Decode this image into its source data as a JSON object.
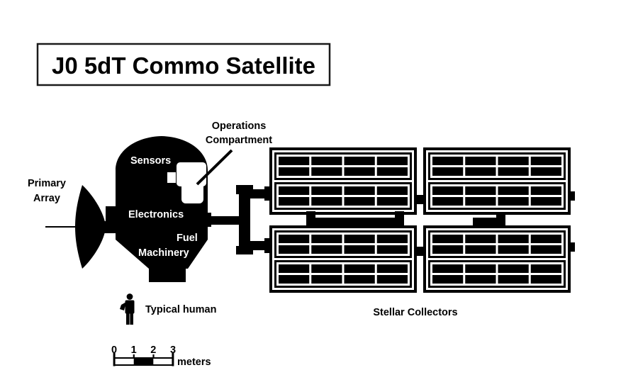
{
  "title": "J0 5dT Commo Satellite",
  "satellite": {
    "primary_array": [
      "Primary",
      "Array"
    ],
    "operations_compartment": [
      "Operations",
      "Compartment"
    ],
    "body_sections": {
      "sensors": "Sensors",
      "electronics": "Electronics",
      "fuel": "Fuel",
      "machinery": "Machinery"
    },
    "collectors_label": "Stellar Collectors"
  },
  "legend": {
    "human_label": "Typical human"
  },
  "scale_bar": {
    "ticks": [
      "0",
      "1",
      "2",
      "3"
    ],
    "unit": "meters"
  },
  "figure": {
    "type": "diagram",
    "colors": {
      "ink": "#000000",
      "paper": "#ffffff"
    },
    "collector_array": {
      "panel_rows": 2,
      "panel_cols": 2,
      "sub_panels_per_panel": 2,
      "cell_rows": 2,
      "cell_cols": 4
    }
  }
}
